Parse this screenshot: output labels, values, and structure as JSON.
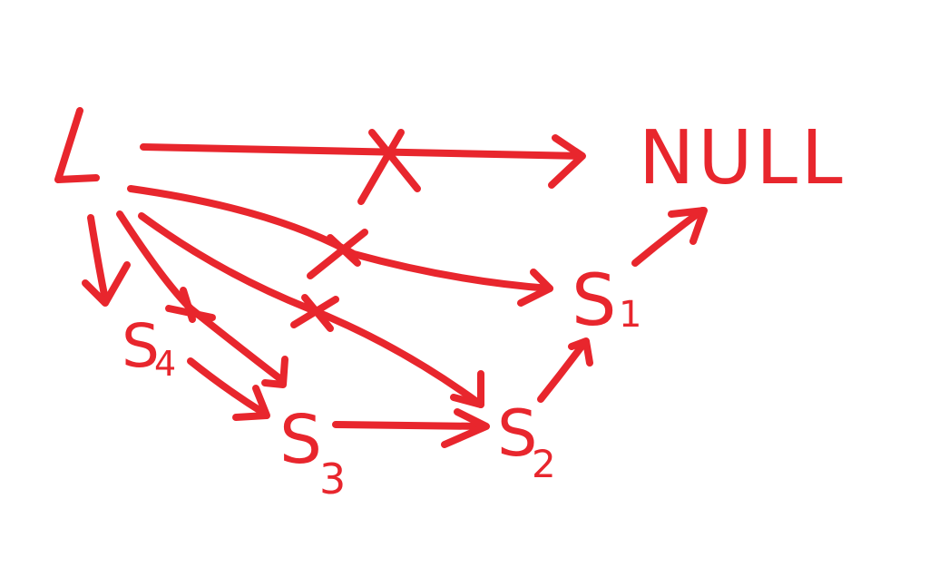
{
  "ink_color": "#e8262d",
  "background": "#ffffff",
  "nodes": {
    "head": {
      "label": "L"
    },
    "null": {
      "label": "NULL"
    },
    "s1": {
      "label": "S",
      "subscript": "1"
    },
    "s2": {
      "label": "S",
      "subscript": "2"
    },
    "s3": {
      "label": "S",
      "subscript": "3"
    },
    "s4": {
      "label": "S",
      "subscript": "4"
    }
  },
  "edges": [
    {
      "from": "L",
      "to": "NULL",
      "crossed_out": true
    },
    {
      "from": "L",
      "to": "S1",
      "crossed_out": true
    },
    {
      "from": "L",
      "to": "S2",
      "crossed_out": true
    },
    {
      "from": "L",
      "to": "S3",
      "crossed_out": true
    },
    {
      "from": "L",
      "to": "S4",
      "crossed_out": false
    },
    {
      "from": "S4",
      "to": "S3",
      "crossed_out": false
    },
    {
      "from": "S3",
      "to": "S2",
      "crossed_out": false
    },
    {
      "from": "S2",
      "to": "S1",
      "crossed_out": false
    },
    {
      "from": "S1",
      "to": "NULL",
      "crossed_out": false
    }
  ]
}
